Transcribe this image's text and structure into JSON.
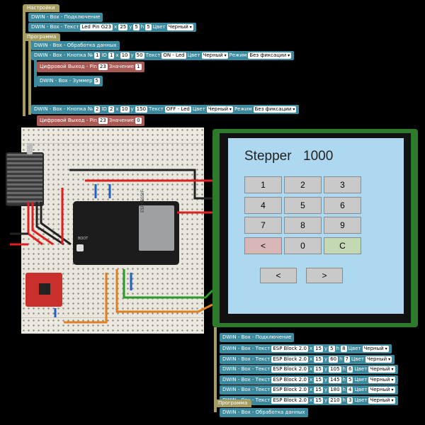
{
  "blocks": {
    "settings_header": "Настройки",
    "connect1": "DWIN - Box - Подключение",
    "text1": {
      "label": "DWIN - Box - Текст",
      "font": "Led Pin G23",
      "x_label": "x",
      "x": "25",
      "y_label": "y",
      "y": "5",
      "h_label": "h",
      "h": "5",
      "color_label": "Цвет",
      "color": "Черный"
    },
    "program_header": "Программа",
    "data_handler": "DWIN - Box - Обработка данных",
    "button1": {
      "label": "DWIN - Box - Кнопка №",
      "num": "1",
      "id_label": "ID",
      "id": "1",
      "x_label": "x",
      "x": "10",
      "y_label": "y",
      "y": "50",
      "text_label": "Текст",
      "text": "ON - Led",
      "color_label": "Цвет",
      "color": "Черный",
      "mode_label": "Режим",
      "mode": "Без фиксации"
    },
    "digital_out1": {
      "label": "Цифровой Выход - Pin",
      "pin": "23",
      "value_label": "Значение",
      "value": "1"
    },
    "buzzer": {
      "label": "DWIN - Box - Зуммер",
      "value": "5"
    },
    "button2": {
      "label": "DWIN - Box - Кнопка №",
      "num": "2",
      "id_label": "ID",
      "id": "2",
      "x_label": "x",
      "x": "10",
      "y_label": "y",
      "y": "150",
      "text_label": "Текст",
      "text": "OFF - Led",
      "color_label": "Цвет",
      "color": "Черный",
      "mode_label": "Режим",
      "mode": "Без фиксации"
    },
    "digital_out2": {
      "label": "Цифровой Выход - Pin",
      "pin": "23",
      "value_label": "Значение",
      "value": "0"
    },
    "connect2": "DWIN - Box - Подключение",
    "texts": [
      {
        "label": "DWIN - Box - Текст",
        "font": "ESP Block 2.0",
        "x_label": "x",
        "x": "15",
        "y_label": "y",
        "y": "5",
        "h_label": "h",
        "h": "8",
        "color_label": "Цвет",
        "color": "Черный"
      },
      {
        "label": "DWIN - Box - Текст",
        "font": "ESP Block 2.0",
        "x_label": "x",
        "x": "15",
        "y_label": "y",
        "y": "60",
        "h_label": "h",
        "h": "7",
        "color_label": "Цвет",
        "color": "Черный"
      },
      {
        "label": "DWIN - Box - Текст",
        "font": "ESP Block 2.0",
        "x_label": "x",
        "x": "15",
        "y_label": "y",
        "y": "105",
        "h_label": "h",
        "h": "6",
        "color_label": "Цвет",
        "color": "Черный"
      },
      {
        "label": "DWIN - Box - Текст",
        "font": "ESP Block 2.0",
        "x_label": "x",
        "x": "15",
        "y_label": "y",
        "y": "145",
        "h_label": "h",
        "h": "5",
        "color_label": "Цвет",
        "color": "Черный"
      },
      {
        "label": "DWIN - Box - Текст",
        "font": "ESP Block 2.0",
        "x_label": "x",
        "x": "15",
        "y_label": "y",
        "y": "180",
        "h_label": "h",
        "h": "4",
        "color_label": "Цвет",
        "color": "Черный"
      },
      {
        "label": "DWIN - Box - Текст",
        "font": "ESP Block 2.0",
        "x_label": "x",
        "x": "15",
        "y_label": "y",
        "y": "210",
        "h_label": "h",
        "h": "3",
        "color_label": "Цвет",
        "color": "Черный"
      }
    ],
    "program_header2": "Программа",
    "data_handler2": "DWIN - Box - Обработка данных"
  },
  "hmi": {
    "title": "Stepper",
    "value": "1000",
    "keys": [
      "1",
      "2",
      "3",
      "4",
      "5",
      "6",
      "7",
      "8",
      "9",
      "<",
      "0",
      "C"
    ],
    "nav": [
      "<",
      ">"
    ]
  },
  "board": {
    "chip_label": "ESPRESSIF",
    "boot_label": "BOOT"
  },
  "colors": {
    "teal": "#3d8a9e",
    "red": "#a75a55",
    "hat": "#a59c62",
    "screen": "#add8f0",
    "key": "#c9c9c9",
    "key_back": "#d8b6b6",
    "key_clear": "#c4d8b4"
  }
}
